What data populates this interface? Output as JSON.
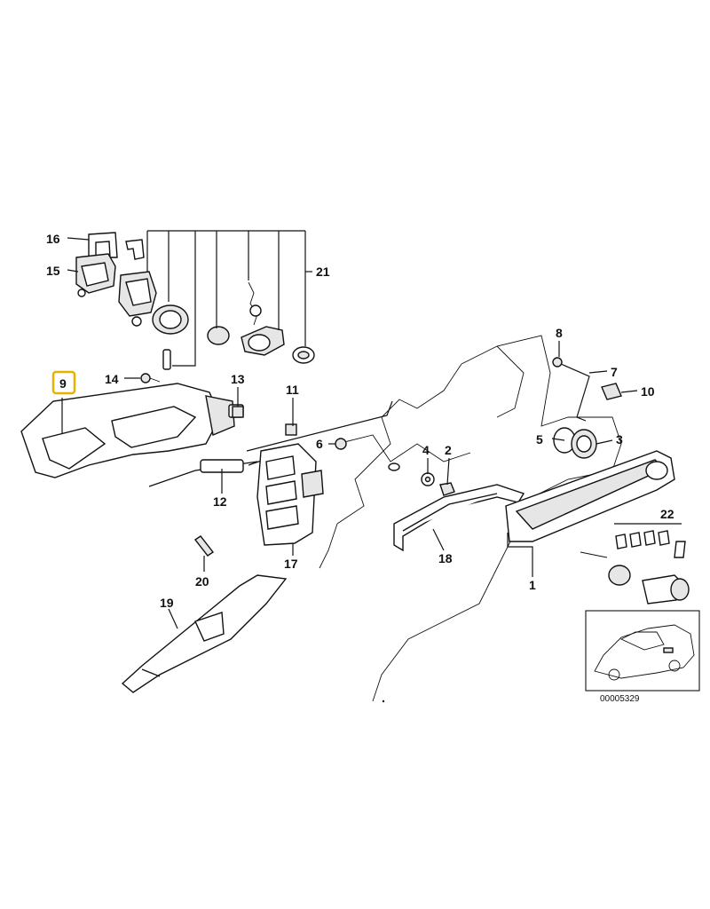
{
  "diagram": {
    "highlight_color": "#e5b200",
    "callouts": [
      {
        "id": "c1",
        "text": "1"
      },
      {
        "id": "c2",
        "text": "2"
      },
      {
        "id": "c3",
        "text": "3"
      },
      {
        "id": "c4",
        "text": "4"
      },
      {
        "id": "c5",
        "text": "5"
      },
      {
        "id": "c6",
        "text": "6"
      },
      {
        "id": "c7",
        "text": "7"
      },
      {
        "id": "c8",
        "text": "8"
      },
      {
        "id": "c9",
        "text": "9"
      },
      {
        "id": "c10",
        "text": "10"
      },
      {
        "id": "c11",
        "text": "11"
      },
      {
        "id": "c12",
        "text": "12"
      },
      {
        "id": "c13",
        "text": "13"
      },
      {
        "id": "c14",
        "text": "14"
      },
      {
        "id": "c15",
        "text": "15"
      },
      {
        "id": "c16",
        "text": "16"
      },
      {
        "id": "c17",
        "text": "17"
      },
      {
        "id": "c18",
        "text": "18"
      },
      {
        "id": "c19",
        "text": "19"
      },
      {
        "id": "c20",
        "text": "20"
      },
      {
        "id": "c21",
        "text": "21"
      },
      {
        "id": "c22",
        "text": "22"
      }
    ],
    "diagram_number": "00005329"
  }
}
